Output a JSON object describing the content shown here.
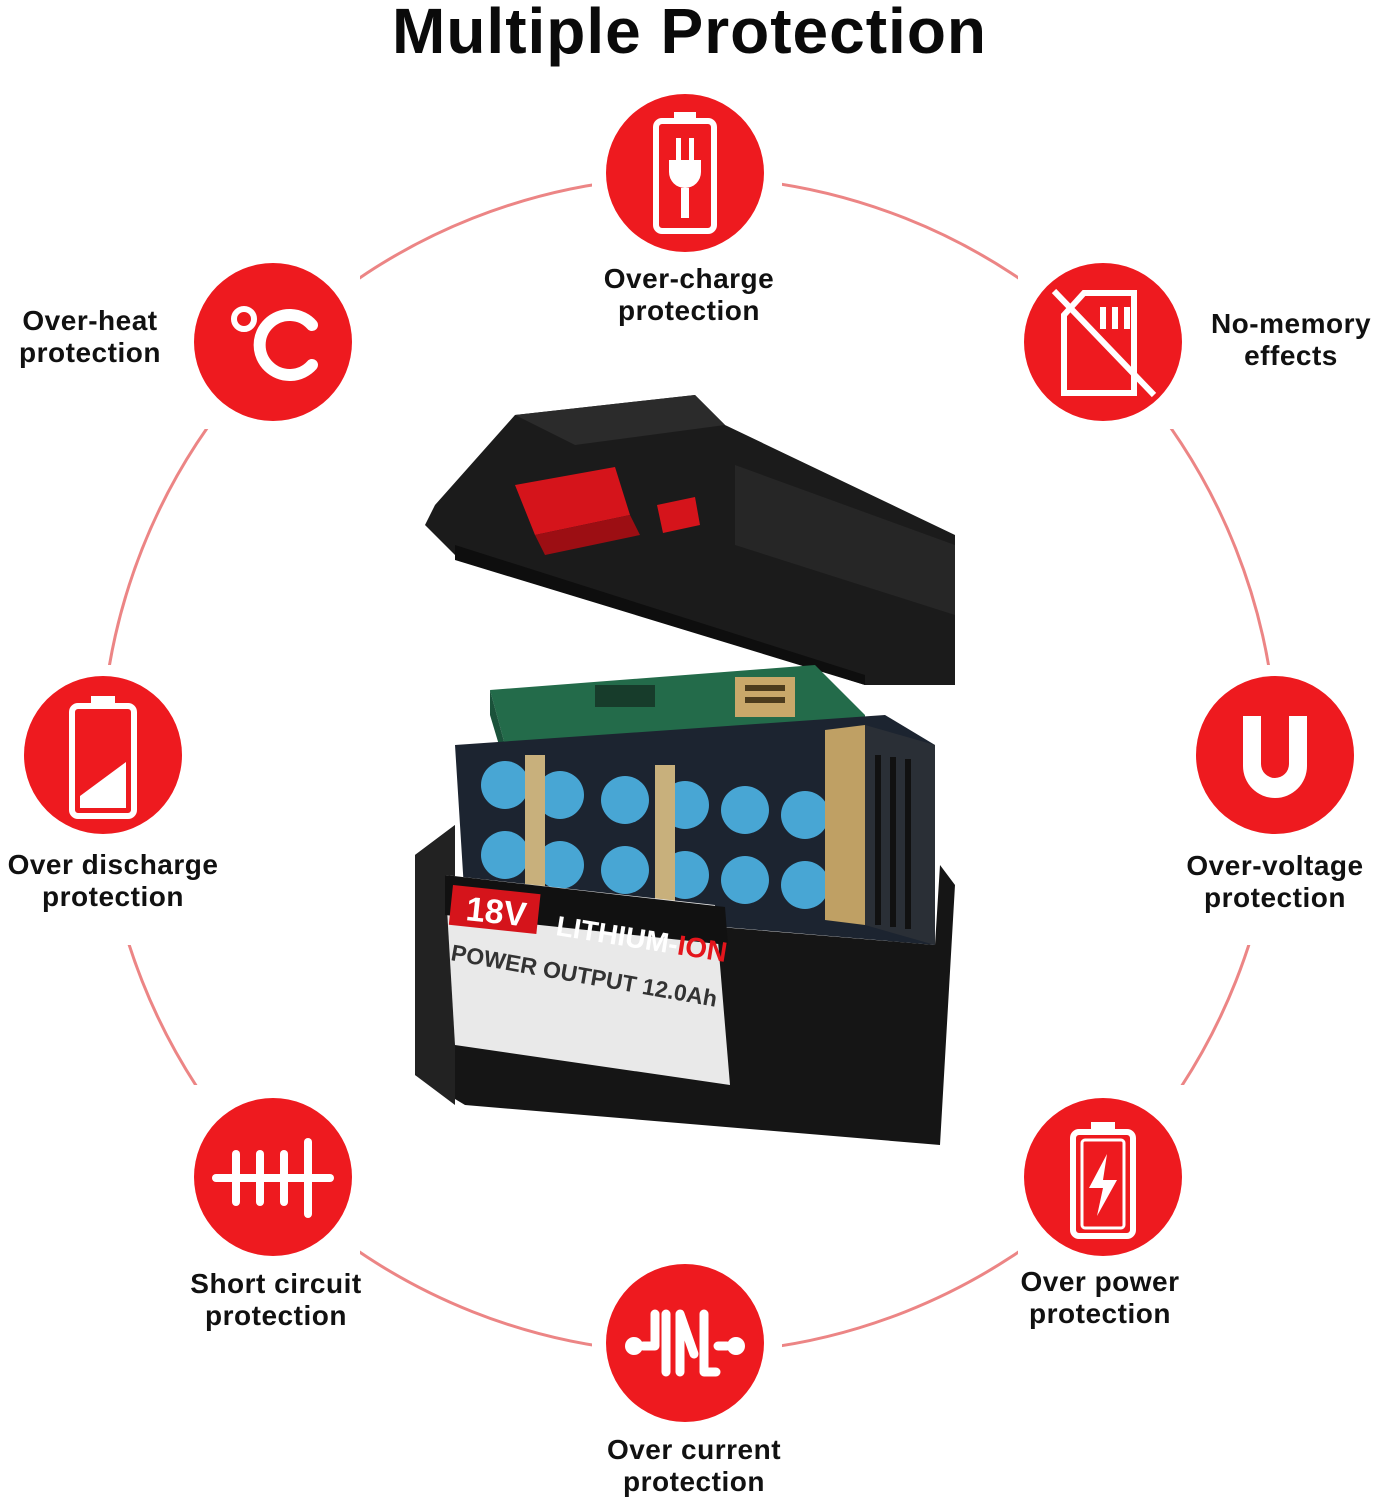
{
  "title": "Multiple Protection",
  "colors": {
    "accent": "#ee1a1f",
    "ring": "#ec8585",
    "text": "#111111"
  },
  "features": [
    {
      "id": "over-charge",
      "icon": "battery-plug-icon",
      "line1": "Over-charge",
      "line2": "protection"
    },
    {
      "id": "no-memory",
      "icon": "no-memory-icon",
      "line1": "No-memory",
      "line2": "effects"
    },
    {
      "id": "over-voltage",
      "icon": "voltage-u-icon",
      "line1": "Over-voltage",
      "line2": "protection"
    },
    {
      "id": "over-power",
      "icon": "battery-bolt-icon",
      "line1": "Over power",
      "line2": "protection"
    },
    {
      "id": "over-current",
      "icon": "current-wave-icon",
      "line1": "Over current",
      "line2": "protection"
    },
    {
      "id": "short-circuit",
      "icon": "short-circuit-icon",
      "line1": "Short circuit",
      "line2": "protection"
    },
    {
      "id": "over-discharge",
      "icon": "battery-low-icon",
      "line1": "Over discharge",
      "line2": "protection"
    },
    {
      "id": "over-heat",
      "icon": "celsius-icon",
      "line1": "Over-heat",
      "line2": "protection"
    }
  ],
  "battery": {
    "voltage": "18V",
    "chemistry_a": "LITHIUM-",
    "chemistry_b": "ION",
    "output": "POWER OUTPUT 12.0Ah"
  }
}
